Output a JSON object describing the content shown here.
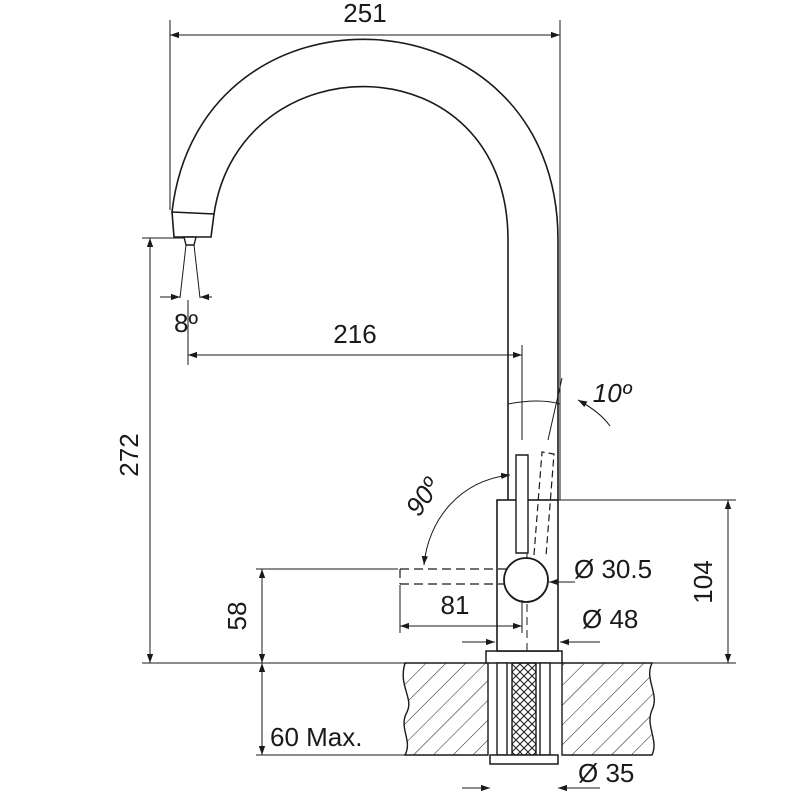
{
  "dimensions": {
    "overall_width": "251",
    "spout_reach": "216",
    "height": "272",
    "spout_angle": "8º",
    "swivel_angle": "10º",
    "lever_angle": "90º",
    "lever_length": "81",
    "lever_height": "58",
    "body_height": "104",
    "body_diameter": "Ø 30.5",
    "base_diameter": "Ø 48",
    "shank_diameter": "Ø 35",
    "max_worktop": "60 Max."
  }
}
